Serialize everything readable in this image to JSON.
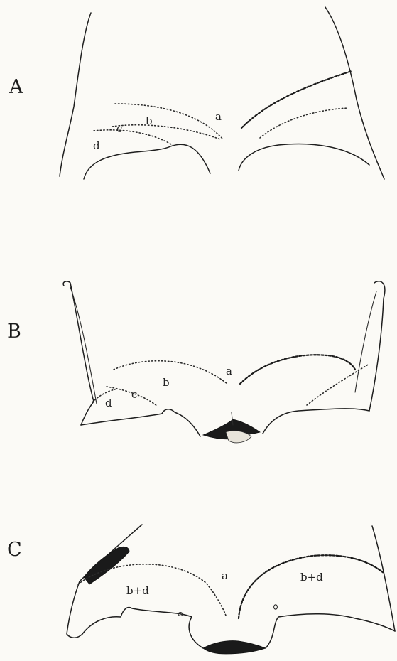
{
  "panels": [
    {
      "letter": "A",
      "labels": {
        "a": "a",
        "b": "b",
        "c": "c",
        "d": "d"
      }
    },
    {
      "letter": "B",
      "labels": {
        "a": "a",
        "b": "b",
        "c": "c",
        "d": "d"
      }
    },
    {
      "letter": "C",
      "labels": {
        "a": "a",
        "b_left": "b+d",
        "b_right": "b+d"
      }
    }
  ]
}
